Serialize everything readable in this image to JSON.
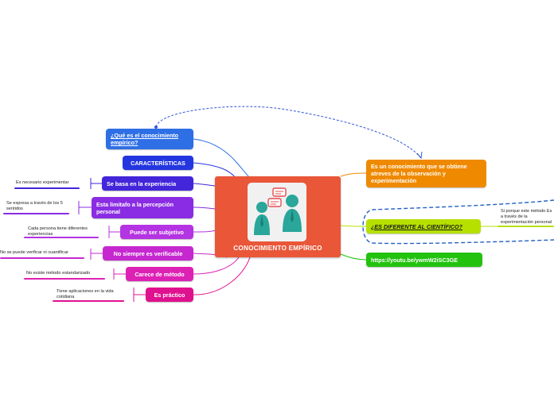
{
  "central": {
    "title": "CONOCIMIENTO EMPÍRICO",
    "icon": "two-people-talking-icon"
  },
  "left_branches": [
    {
      "label": "¿Qué es el conocimiento empírico?",
      "color": "#2e6fe6",
      "link": true
    },
    {
      "label": "CARACTERÍSTICAS",
      "color": "#2436df"
    },
    {
      "label": "Se basa en la experiencia",
      "color": "#4325da",
      "leaf": "Es necesario experimentar"
    },
    {
      "label": "Esta limitafo a la percepción personal",
      "color": "#8a2ce3",
      "leaf": "Se expresa a través de los 5 sentidos"
    },
    {
      "label": "Puede ser subjetivo",
      "color": "#b433e3",
      "leaf": "Cada persona tiene diferentes experiencias"
    },
    {
      "label": "No siempre es verificable",
      "color": "#c628d0",
      "leaf": "No se puede verificar ni cuantificar"
    },
    {
      "label": "Carece de método",
      "color": "#dd21b4",
      "leaf": "No existe método estandarizado"
    },
    {
      "label": "Es práctico",
      "color": "#e0118e",
      "leaf": "Tiene aplicaciones en la vida cotidiana"
    }
  ],
  "right_branches": [
    {
      "label": "Es un conocimiento que se obtiene atreves de la observación y experimentación",
      "color": "#ef8a00"
    },
    {
      "label": "¿ES DIFERENTE AL CIENTÍFICO?",
      "color": "#b6e000",
      "leaf": "Si porque este método Es a través de la experimentación personal"
    },
    {
      "label": "https://youtu.be/ywmW2iSC3GE",
      "color": "#22c20f"
    }
  ],
  "colors": {
    "background": "#ffffff",
    "relationship_arrow": "#3355d8",
    "boundary_dash": "#2360c6"
  }
}
